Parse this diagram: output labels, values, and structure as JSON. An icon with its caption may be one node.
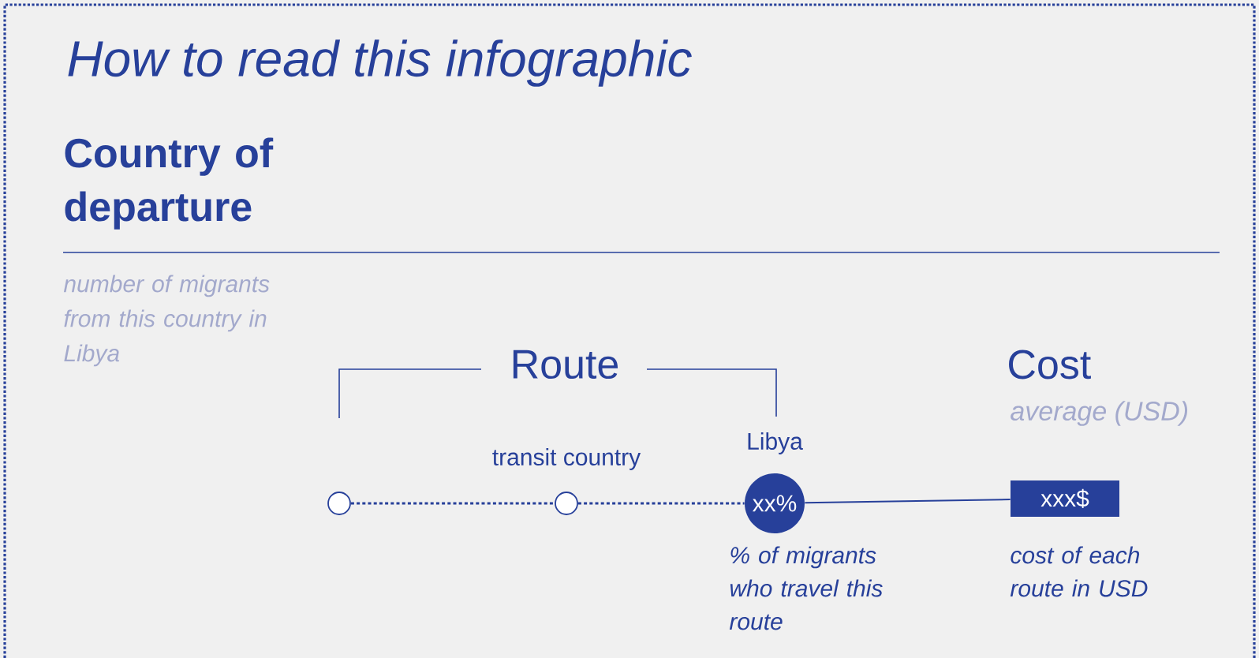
{
  "diagram": {
    "title": "How to read this infographic",
    "nodes": [
      {
        "text": [],
        "shape": "circle"
      },
      {
        "text": [],
        "shape": "circle",
        "beside": [
          "transit country"
        ]
      },
      {
        "text": [
          "xx%"
        ],
        "beside": [
          "Libya",
          "% of migrants who travel this route"
        ]
      },
      {
        "text": [
          "xxx$"
        ],
        "beside": [
          "cost of each route in USD"
        ]
      }
    ],
    "edges": [
      {
        "from": 0,
        "to": 1,
        "arrow": "none",
        "style": "dashed"
      },
      {
        "from": 1,
        "to": 2,
        "arrow": "none",
        "style": "dashed"
      },
      {
        "from": 2,
        "to": 3,
        "arrow": "none"
      }
    ],
    "labels": [
      "Country of departure",
      "number of migrants from this country in Libya",
      "Route",
      "Cost",
      "average (USD)"
    ]
  }
}
